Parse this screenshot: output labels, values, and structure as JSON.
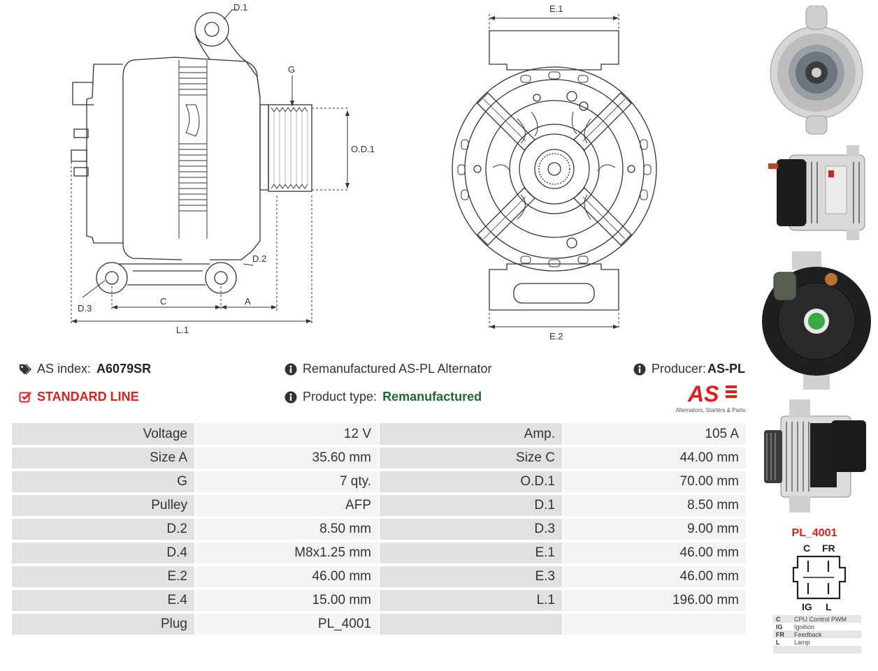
{
  "drawing_labels": {
    "d1": "D.1",
    "d2": "D.2",
    "d3": "D.3",
    "g": "G",
    "od1": "O.D.1",
    "a": "A",
    "c": "C",
    "l1": "L.1",
    "e1": "E.1",
    "e2": "E.2"
  },
  "header": {
    "index_label": "AS index:",
    "index_value": "A6079SR",
    "description": "Remanufactured AS-PL Alternator",
    "producer_label": "Producer:",
    "producer_value": "AS-PL",
    "line_label": "STANDARD LINE",
    "type_label": "Product type:",
    "type_value": "Remanufactured",
    "logo_text": "AS",
    "logo_tagline": "Alternators, Starters & Parts"
  },
  "icons": {
    "index": "tags-icon",
    "line": "checkbox-icon",
    "info": "info-circle-icon"
  },
  "colors": {
    "accent_red": "#e02020",
    "type_green": "#1e6b2e",
    "label_cell": "#e1e1e1",
    "value_cell": "#f3f3f3"
  },
  "specs": [
    {
      "l1": "Voltage",
      "v1": "12 V",
      "l2": "Amp.",
      "v2": "105 A"
    },
    {
      "l1": "Size A",
      "v1": "35.60 mm",
      "l2": "Size C",
      "v2": "44.00 mm"
    },
    {
      "l1": "G",
      "v1": "7 qty.",
      "l2": "O.D.1",
      "v2": "70.00 mm"
    },
    {
      "l1": "Pulley",
      "v1": "AFP",
      "l2": "D.1",
      "v2": "8.50 mm"
    },
    {
      "l1": "D.2",
      "v1": "8.50 mm",
      "l2": "D.3",
      "v2": "9.00 mm"
    },
    {
      "l1": "D.4",
      "v1": "M8x1.25 mm",
      "l2": "E.1",
      "v2": "46.00 mm"
    },
    {
      "l1": "E.2",
      "v1": "46.00 mm",
      "l2": "E.3",
      "v2": "46.00 mm"
    },
    {
      "l1": "E.4",
      "v1": "15.00 mm",
      "l2": "L.1",
      "v2": "196.00 mm"
    },
    {
      "l1": "Plug",
      "v1": "PL_4001",
      "l2": "",
      "v2": ""
    }
  ],
  "plug": {
    "title": "PL_4001",
    "pins_top": [
      "C",
      "FR"
    ],
    "pins_bottom": [
      "IG",
      "L"
    ],
    "legend": [
      {
        "key": "C",
        "desc": "CPU Control PWM"
      },
      {
        "key": "IG",
        "desc": "Ignition"
      },
      {
        "key": "FR",
        "desc": "Feedback"
      },
      {
        "key": "L",
        "desc": "Lamp"
      },
      {
        "key": "",
        "desc": ""
      }
    ]
  }
}
